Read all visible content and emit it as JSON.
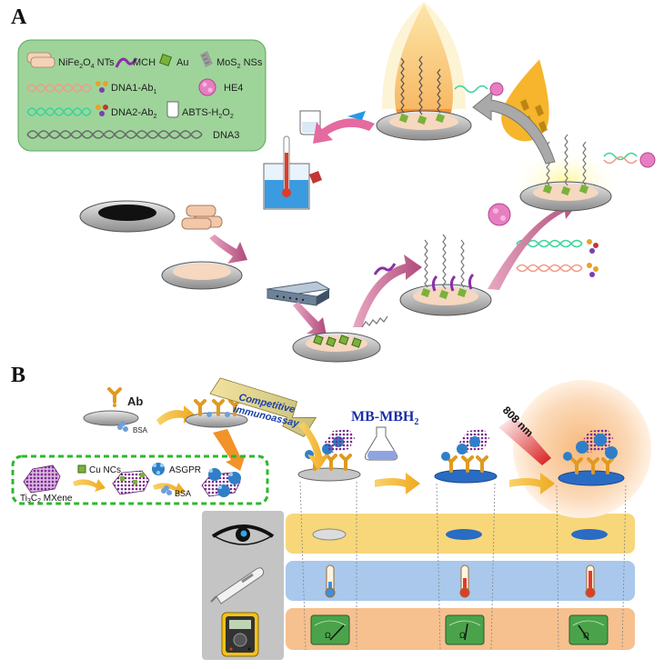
{
  "panel_a": {
    "letter": "A",
    "legend": {
      "nife": "NiFe",
      "nife_sub": "2",
      "nife_o": "O",
      "nife_o_sub": "4",
      "nife_tail": " NTs",
      "mch": "MCH",
      "au": "Au",
      "mos": "MoS",
      "mos_sub": "2",
      "mos_tail": " NSs",
      "dna1": "DNA1-Ab",
      "dna1_sub": "1",
      "he4": "HE4",
      "dna2": "DNA2-Ab",
      "dna2_sub": "2",
      "abts": "ABTS-H",
      "abts_sub1": "2",
      "abts_mid": "O",
      "abts_sub2": "2",
      "dna3": "DNA3"
    }
  },
  "panel_b": {
    "letter": "B",
    "ab": "Ab",
    "bsa_top": "BSA",
    "banner_line1": "Competitive",
    "banner_line2": "immunoassay",
    "mb_main": "MB-MBH",
    "mb_sub": "2",
    "laser": "808 nm",
    "cu": "Cu NCs",
    "asgpr": "ASGPR",
    "bsa_bottom": "BSA",
    "mxene": "Ti",
    "mxene_sub1": "3",
    "mxene_mid": "C",
    "mxene_sub2": "2",
    "mxene_tail": " MXene",
    "ohm": "Ω"
  },
  "colors": {
    "legend_bg": "#9ed49a",
    "row_yellow": "#f7d77a",
    "row_blue": "#a9c8ec",
    "row_orange": "#f6c08f",
    "arrow_pink": "#c05a86",
    "arrow_yellow": "#f3b62b",
    "dashed_green": "#2db82d"
  }
}
